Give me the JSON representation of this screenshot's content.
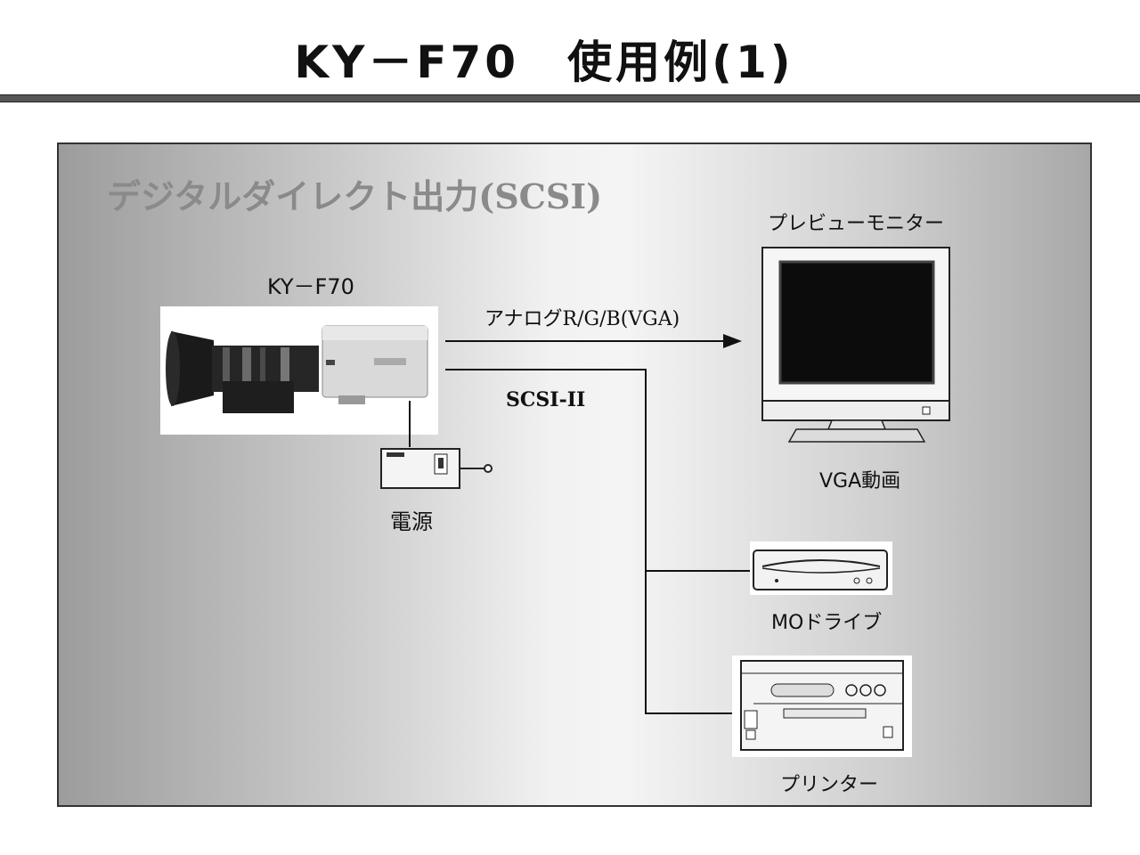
{
  "title": "KY－F70　使用例(1)",
  "panel": {
    "heading": "デジタルダイレクト出力(SCSI)"
  },
  "camera": {
    "label": "KY－F70"
  },
  "power": {
    "label": "電源"
  },
  "monitor": {
    "label": "プレビューモニター",
    "caption": "VGA動画"
  },
  "connections": {
    "analog": "アナログR/G/B(VGA)",
    "scsi": "SCSI-II"
  },
  "mo_drive": {
    "label": "MOドライブ"
  },
  "printer": {
    "label": "プリンター"
  },
  "colors": {
    "background": "#ffffff",
    "panel_edge": "#9c9c9c",
    "panel_center": "#f2f2f2",
    "heading": "#8a8a8a",
    "line": "#111111"
  },
  "icons": [
    "camera-icon",
    "power-supply-icon",
    "monitor-icon",
    "mo-drive-icon",
    "printer-icon",
    "arrow-head-icon"
  ]
}
